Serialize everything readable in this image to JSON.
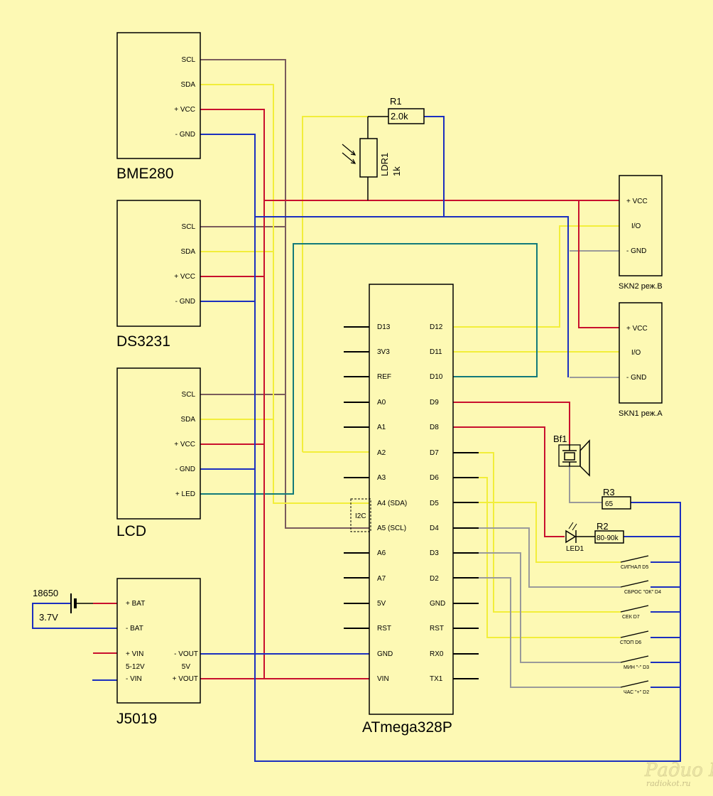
{
  "modules": {
    "bme280": {
      "title": "BME280",
      "pins": [
        "SCL",
        "SDA",
        "+ VCC",
        "- GND"
      ]
    },
    "ds3231": {
      "title": "DS3231",
      "pins": [
        "SCL",
        "SDA",
        "+ VCC",
        "- GND"
      ]
    },
    "lcd": {
      "title": "LCD",
      "pins": [
        "SCL",
        "SDA",
        "+ VCC",
        "- GND",
        "+ LED"
      ]
    },
    "j5019": {
      "title": "J5019",
      "left_pins": [
        "+ BAT",
        "- BAT",
        "+ VIN",
        "- VIN"
      ],
      "right_pins": [
        "- VOUT",
        "+ VOUT"
      ],
      "vin_range": "5-12V",
      "vout_value": "5V"
    },
    "mcu": {
      "title": "ATmega328P",
      "left_pins": [
        "D13",
        "3V3",
        "REF",
        "A0",
        "A1",
        "A2",
        "A3",
        "A4 (SDA)",
        "A5 (SCL)",
        "A6",
        "A7",
        "5V",
        "RST",
        "GND",
        "VIN"
      ],
      "right_pins": [
        "D12",
        "D11",
        "D10",
        "D9",
        "D8",
        "D7",
        "D6",
        "D5",
        "D4",
        "D3",
        "D2",
        "GND",
        "RST",
        "RX0",
        "TX1"
      ],
      "i2c_label": "I2C"
    },
    "skn2": {
      "title": "SKN2 реж.В",
      "pins": [
        "+ VCC",
        "I/O",
        "- GND"
      ]
    },
    "skn1": {
      "title": "SKN1 реж.А",
      "pins": [
        "+ VCC",
        "I/O",
        "- GND"
      ]
    }
  },
  "components": {
    "r1": {
      "ref": "R1",
      "value": "2.0k"
    },
    "ldr1": {
      "ref": "LDR1",
      "value": "1k"
    },
    "bf1": {
      "ref": "Bf1"
    },
    "r3": {
      "ref": "R3",
      "value": "65"
    },
    "r2": {
      "ref": "R2",
      "value": "80-90k"
    },
    "led1": {
      "ref": "LED1"
    },
    "battery": {
      "type": "18650",
      "voltage": "3.7V"
    }
  },
  "buttons": [
    "СИГНАЛ D5",
    "СБРОС \"ОК\" D4",
    "СЕК D7",
    "СТОП D6",
    "МИН \"-\" D3",
    "ЧАС \"+\" D2"
  ],
  "watermark": {
    "logo": "Радио КОТ",
    "site": "radiokot.ru"
  },
  "colors": {
    "background": "#fdf9b4",
    "scl": "#7a5c5c",
    "sda": "#f2ee3a",
    "vcc": "#c8102e",
    "gnd": "#1b2fbf",
    "led": "#127a7a",
    "gray": "#9a9a9a"
  }
}
